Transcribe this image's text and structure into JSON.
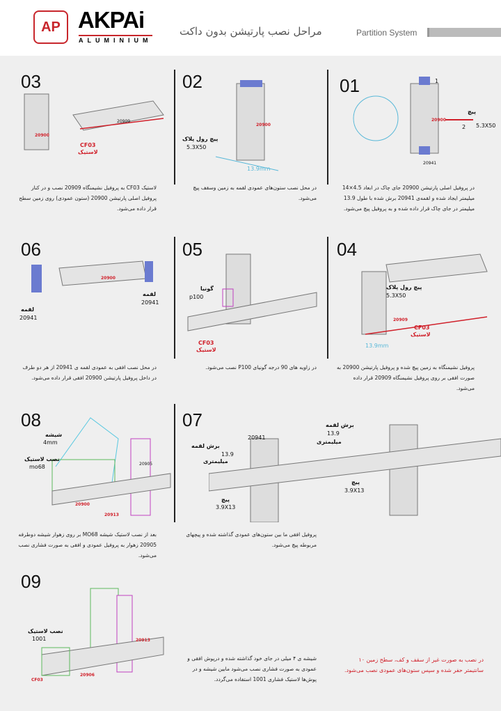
{
  "header": {
    "brand": "AKPAi",
    "brand_sub": "ALUMINIUM",
    "logo_text": "AP",
    "title": "مراحل نصب پارتیشن بدون داکت",
    "subtitle": "Partition System"
  },
  "steps": [
    {
      "num": "01",
      "desc": "در پروفیل اصلی پارتیشن 20900 جای چاک در ابعاد 4.5×14 میلیمتر ایجاد شده و لقمه‌ی 20941 برش شده با طول 13.9 میلیمتر در جای چاک قرار داده شده و به پروفیل پیچ می‌شود.",
      "labels": [
        "پیچ",
        "5.3X50",
        "1",
        "2",
        "20900",
        "20941"
      ]
    },
    {
      "num": "02",
      "desc": "در محل نصب ستون‌های عمودی لقمه به زمین وسقف پیچ می‌شود.",
      "labels": [
        "پیچ رول پلاک",
        "5.3X50",
        "13.9mm",
        "20900"
      ]
    },
    {
      "num": "03",
      "desc": "لاستیک CF03 به پروفیل نشیمنگاه 20909 نصب و در کنار پروفیل اصلی پارتیشن 20900 (ستون عمودی) روی زمین سطح قرار داده می‌شود.",
      "labels": [
        "CF03",
        "لاستیک",
        "20909",
        "20900"
      ]
    },
    {
      "num": "04",
      "desc": "پروفیل نشیمنگاه به زمین پیچ شده و پروفیل پارتیشن 20900 به صورت افقی بر روی پروفیل نشیمنگاه 20909 قرار داده می‌شود.",
      "labels": [
        "پیچ رول پلاک",
        "5.3X50",
        "CF03",
        "لاستیک",
        "13.9mm",
        "20909"
      ]
    },
    {
      "num": "05",
      "desc": "در زاویه های 90 درجه گونیای P100 نصب می‌شود.",
      "labels": [
        "گونیا",
        "p100",
        "CF03",
        "لاستیک"
      ]
    },
    {
      "num": "06",
      "desc": "در محل نصب افقی به عمودی لقمه ی 20941 از هر دو طرف در داخل پروفیل پارتیشن 20900 افقی قرار داده می‌شود.",
      "labels": [
        "لقمه",
        "20941",
        "لقمه",
        "20941",
        "20900"
      ]
    },
    {
      "num": "07",
      "desc": "پروفیل افقی ما بین ستون‌های عمودی گذاشته شده و پیچهای مربوطه پیچ می‌شود.",
      "labels": [
        "برش لقمه",
        "13.9",
        "میلیمتری",
        "20941",
        "پیچ",
        "3.9X13",
        "برش لقمه",
        "13.9",
        "میلیمتری",
        "پیچ",
        "3.9X13"
      ]
    },
    {
      "num": "08",
      "desc": "بعد از نصب لاستیک شیشه MO68 بر روی زهوار شیشه دوطرفه 20905 زهوار به پروفیل عمودی و افقی به صورت فشاری نصب می‌شود.",
      "labels": [
        "شیشه",
        "4mm",
        "نصب لاستیک",
        "mo68",
        "20900",
        "20905",
        "20913"
      ]
    },
    {
      "num": "09",
      "desc": "شیشه ی ۴ میلی در جای خود گذاشته شده و درپوش افقی و عمودی به صورت فشاری نصب می‌شود مابین شیشه و در پوش‌ها لاستیک فشاری 1001 استفاده می‌گردد.",
      "labels": [
        "نصب لاستیک",
        "1001",
        "CF03",
        "20913",
        "20906"
      ]
    }
  ],
  "note": "در نصب به صورت غیر از سقف و کف، سطح زمین ۱۰ سانتیمتر حفر شده و سپس ستون‌های عمودی نصب می‌شود."
}
